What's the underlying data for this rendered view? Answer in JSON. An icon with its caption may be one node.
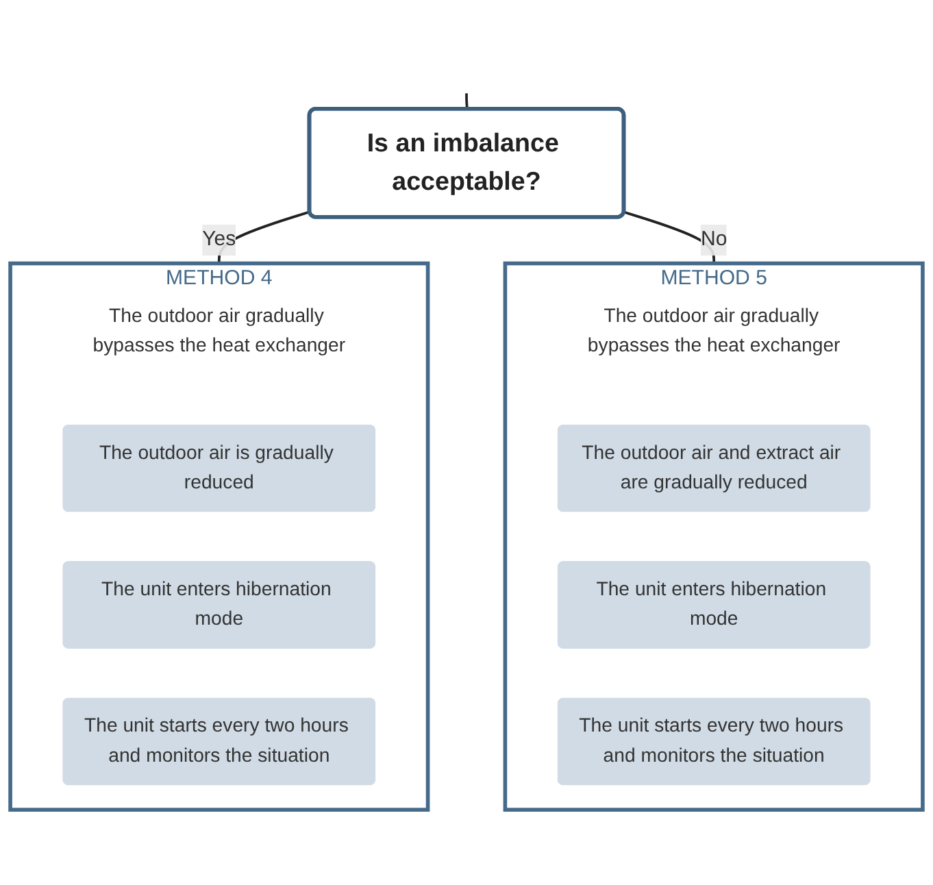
{
  "diagram": {
    "nodes": [
      {
        "text": [
          "Is an imbalance acceptable?"
        ]
      },
      {
        "text": [
          "METHOD 4"
        ]
      },
      {
        "text": [
          "The outdoor air gradually bypasses the heat exchanger"
        ],
        "in": 1
      },
      {
        "text": [
          "The outdoor air is gradually reduced"
        ],
        "in": 1
      },
      {
        "text": [
          "The unit enters hibernation mode"
        ],
        "in": 1
      },
      {
        "text": [
          "The unit starts every two hours and monitors the situation"
        ],
        "in": 1
      },
      {
        "text": [
          "METHOD 5"
        ]
      },
      {
        "text": [
          "The outdoor air gradually bypasses the heat exchanger"
        ],
        "in": 6
      },
      {
        "text": [
          "The outdoor air and extract air are gradually reduced"
        ],
        "in": 6
      },
      {
        "text": [
          "The unit enters hibernation mode"
        ],
        "in": 6
      },
      {
        "text": [
          "The unit starts every two hours and monitors the situation"
        ],
        "in": 6
      }
    ],
    "edges": [
      {
        "from": null,
        "to": 0,
        "arrow": "none"
      },
      {
        "from": 0,
        "to": 1,
        "label": "Yes",
        "arrow": "none"
      },
      {
        "from": 0,
        "to": 6,
        "label": "No",
        "arrow": "none"
      }
    ]
  }
}
